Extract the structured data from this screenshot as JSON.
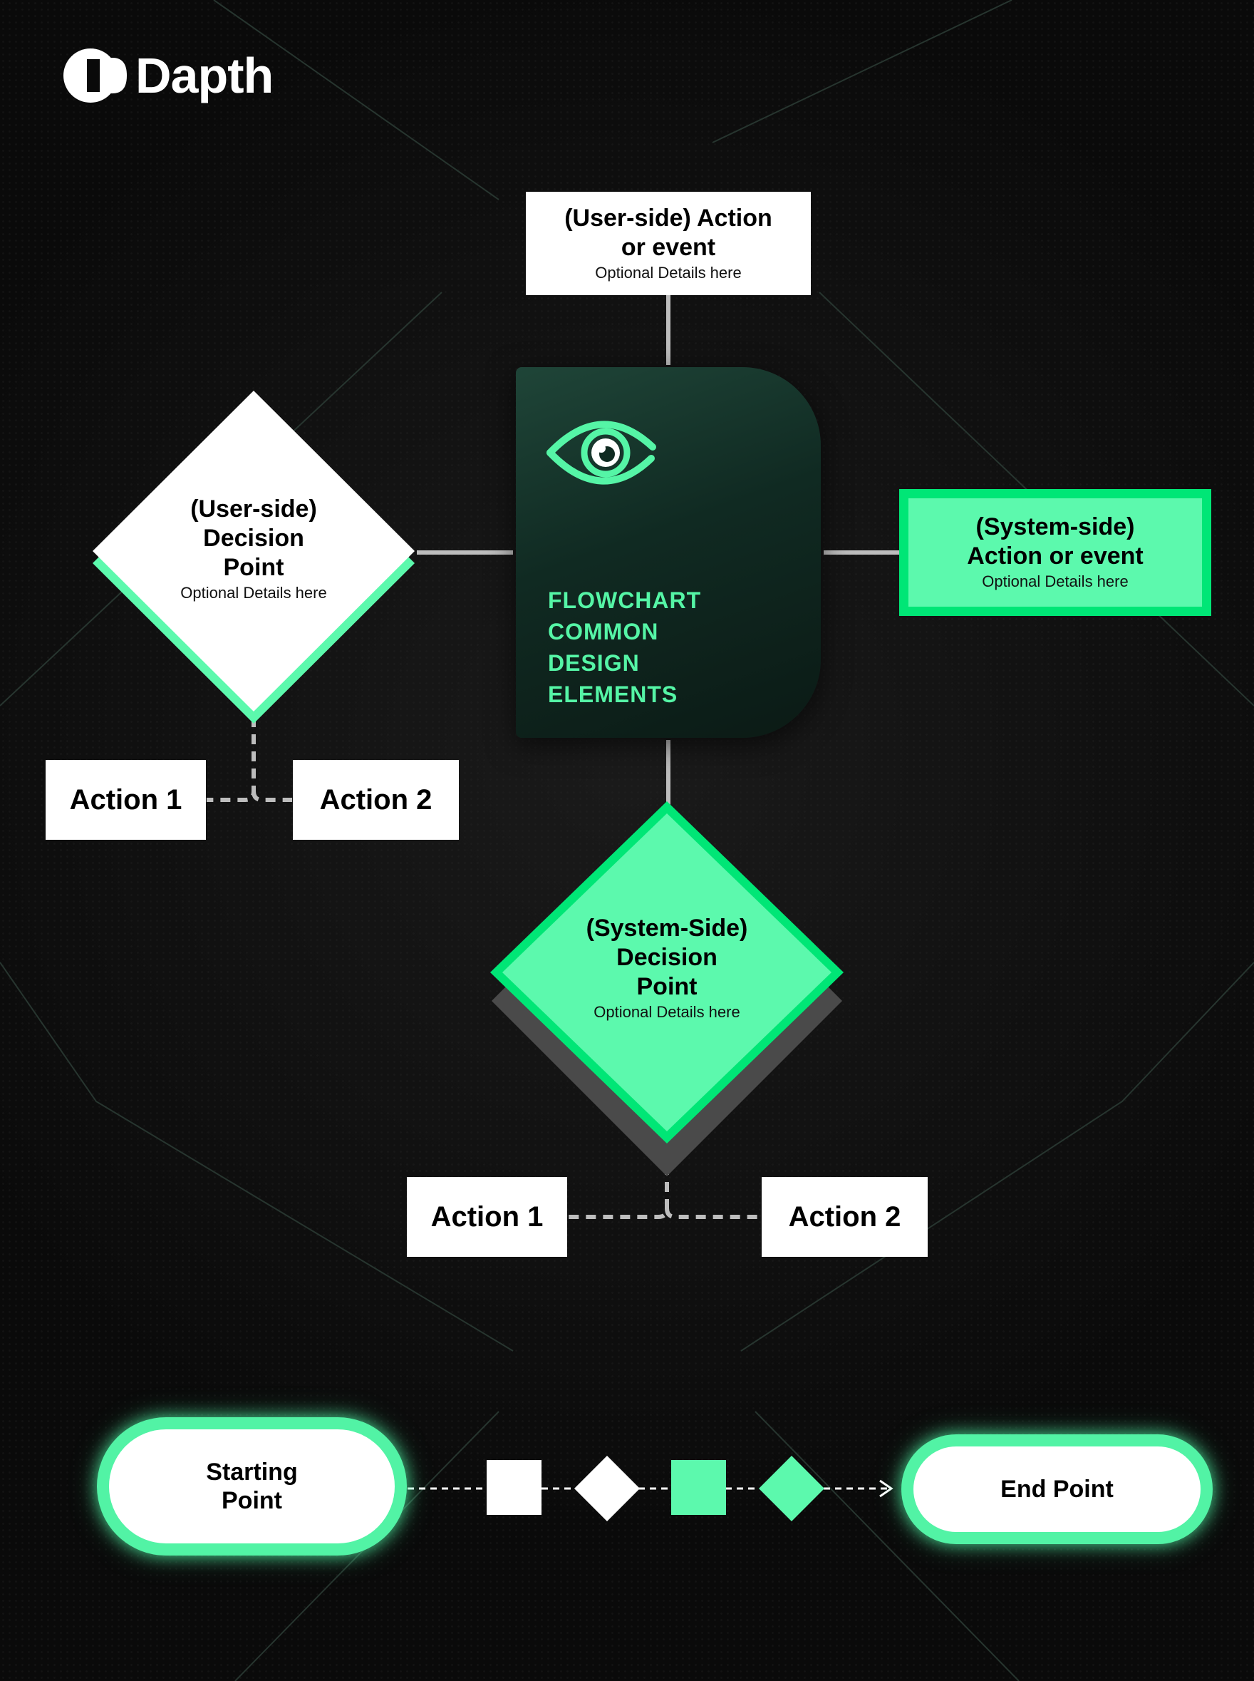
{
  "brand": {
    "name": "Dapth"
  },
  "colors": {
    "accent": "#5cf9ad",
    "accent_dark": "#00e676",
    "background": "#0a0a0a",
    "white": "#ffffff",
    "connector": "#bdbdbd"
  },
  "center_card": {
    "title_lines": [
      "FLOWCHART",
      "COMMON",
      "DESIGN",
      "ELEMENTS"
    ],
    "icon": "eye-icon"
  },
  "user_action": {
    "title_line1": "(User-side) Action",
    "title_line2": "or event",
    "details": "Optional Details here"
  },
  "user_decision": {
    "line1": "(User-side)",
    "line2": "Decision",
    "line3": "Point",
    "details": "Optional Details here"
  },
  "system_action": {
    "line1": "(System-side)",
    "line2": "Action or event",
    "details": "Optional Details here"
  },
  "system_decision": {
    "line1": "(System-Side)",
    "line2": "Decision",
    "line3": "Point",
    "details": "Optional Details here"
  },
  "user_branches": {
    "action1": "Action 1",
    "action2": "Action 2"
  },
  "system_branches": {
    "action1": "Action 1",
    "action2": "Action 2"
  },
  "flow": {
    "start_line1": "Starting",
    "start_line2": "Point",
    "end": "End Point"
  }
}
